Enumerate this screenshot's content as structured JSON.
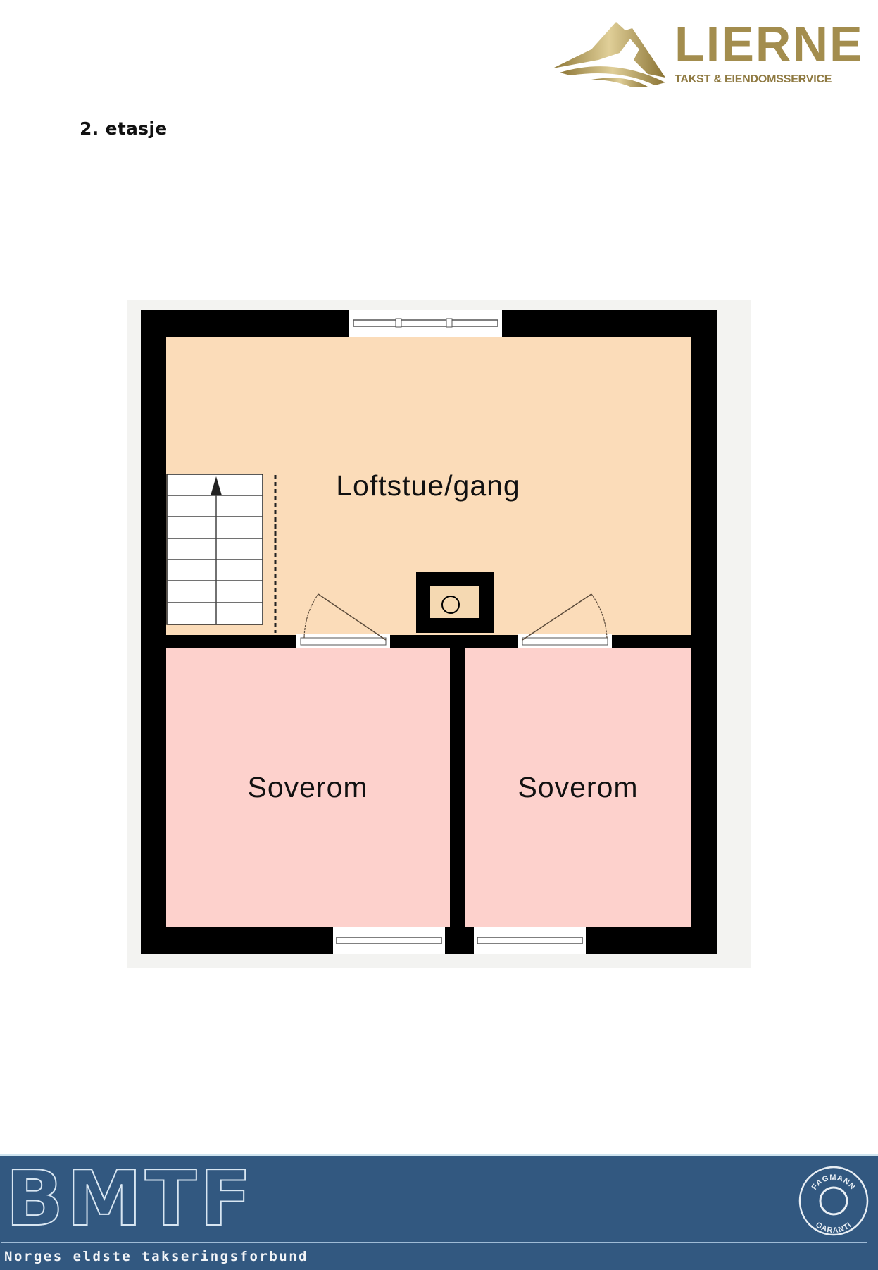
{
  "header": {
    "logo": {
      "name": "LIERNE",
      "tagline": "TAKST & EIENDOMSSERVICE",
      "color": "#a38d4e"
    },
    "title": "2.  etasje"
  },
  "floorplan": {
    "rooms": [
      {
        "label": "Loftstue/gang",
        "color": "#fbdcb9"
      },
      {
        "label": "Soverom",
        "color": "#fdd1cc"
      },
      {
        "label": "Soverom",
        "color": "#fdd1cc"
      }
    ],
    "wall_color": "#000000",
    "background_color": "#f3f3f1"
  },
  "footer": {
    "brand": "BMTF",
    "tagline": "Norges eldste takseringsforbund",
    "seal_text_top": "FAGMANN",
    "seal_text_bottom": "GARANTI",
    "color": "#325880"
  }
}
